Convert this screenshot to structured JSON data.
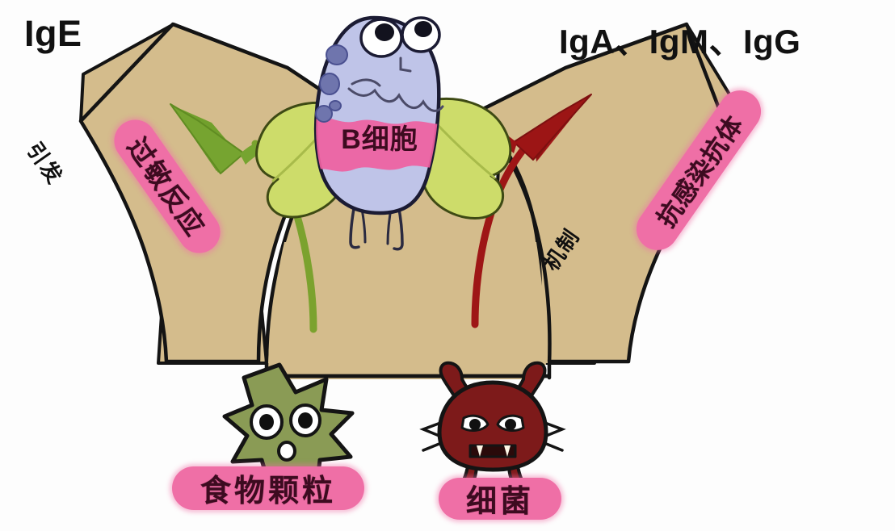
{
  "diagram": {
    "title": "B cell antibody differentiation pathway",
    "background_color": "#ffffff",
    "road_color": "#d4bc8c",
    "road_outline": "#141414"
  },
  "top_labels": {
    "left": "IgE",
    "right": "IgA、IgM、IgG"
  },
  "annotations": {
    "left_plain": "引发",
    "right_plain": "机制"
  },
  "badges": {
    "allergy": "过敏反应",
    "antibody": "抗感染抗体",
    "food": "食物颗粒",
    "bacteria": "细菌"
  },
  "characters": {
    "bcell": {
      "name": "B细胞",
      "body_color": "#bfc4e8",
      "spot_color": "#6f75ad",
      "wing_color": "#cddc6a",
      "band_color": "#ef5fa0"
    },
    "food_particle": {
      "label": "食物颗粒",
      "body_color": "#8a9b55",
      "outline_color": "#141414"
    },
    "bacterium": {
      "label": "细菌",
      "body_color": "#7d1a1a",
      "outline_color": "#111111"
    }
  },
  "arrows": {
    "left": {
      "name": "allergy-pathway-arrow",
      "color": "#7ba22e",
      "direction": "up-left"
    },
    "right": {
      "name": "infection-pathway-arrow",
      "color": "#9e1616",
      "direction": "up-right"
    }
  },
  "colors": {
    "road": "#d4bc8c",
    "pink_badge": "#ef6fa6",
    "badge_text": "#3d0b20",
    "green_arrow": "#7ba22e",
    "red_arrow": "#9e1616",
    "outline": "#141414"
  }
}
